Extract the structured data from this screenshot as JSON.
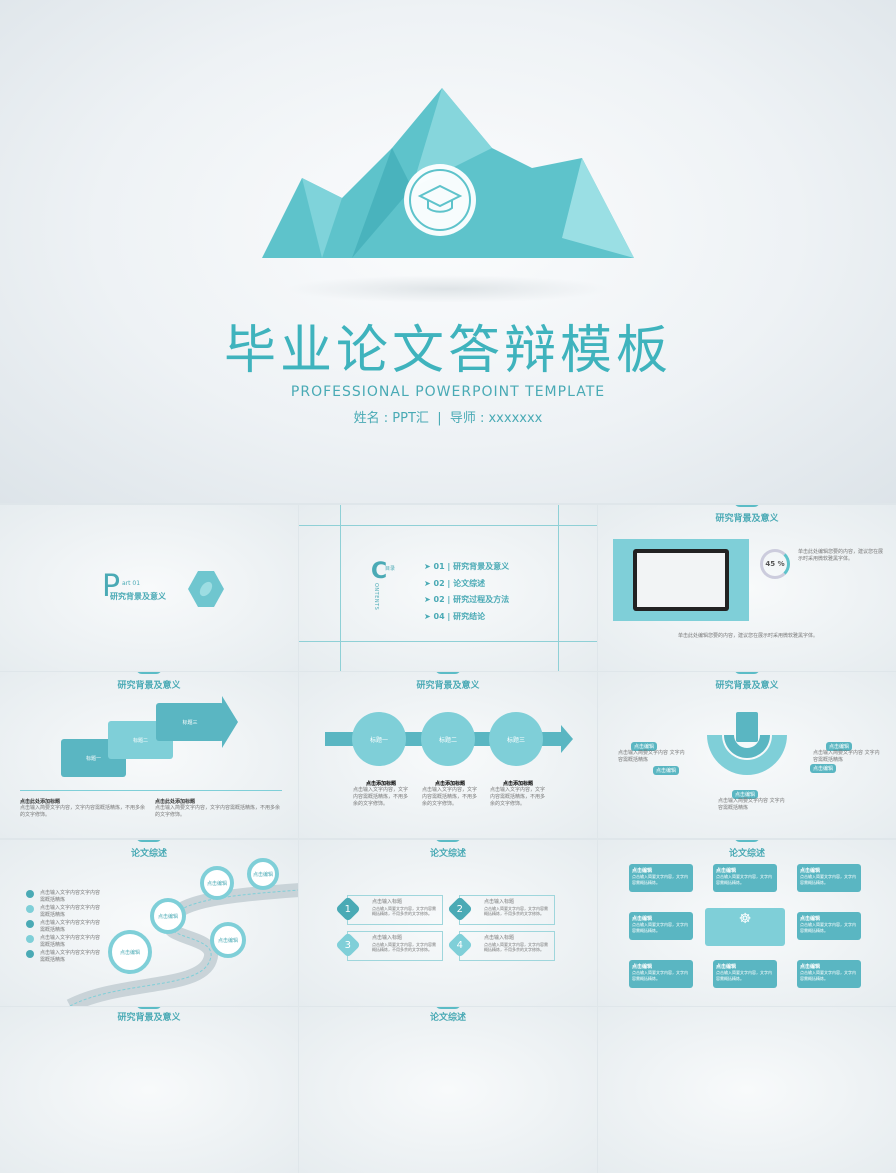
{
  "hero": {
    "title": "毕业论文答辩模板",
    "subtitle": "PROFESSIONAL POWERPOINT TEMPLATE",
    "name_label": "姓名 : PPT汇",
    "separator": "|",
    "advisor_label": "导师 : xxxxxxx",
    "icon": "graduation-cap-icon"
  },
  "s1": {
    "part": "P",
    "part_no": "art 01",
    "title": "研究背景及意义"
  },
  "s2": {
    "c": "C",
    "label": "目录",
    "contents": "ONTENTS",
    "items": [
      {
        "no": "01",
        "t": "研究背景及意义"
      },
      {
        "no": "02",
        "t": "论文综述"
      },
      {
        "no": "02",
        "t": "研究过程及方法"
      },
      {
        "no": "04",
        "t": "研究结论"
      }
    ]
  },
  "s3": {
    "title": "研究背景及意义",
    "percent": "45 %",
    "text": "单击此处编辑您要的内容，建议您在展示时采用微软雅黑字体。"
  },
  "s4": {
    "title": "研究背景及意义",
    "steps": [
      "标题一",
      "标题二",
      "标题三"
    ],
    "h1": "点击此处添加标题",
    "h2": "点击此处添加标题",
    "body": "点击输入简要文字内容，文字内容需概括精炼，不用多余的文字修饰。"
  },
  "s5": {
    "title": "研究背景及意义",
    "circles": [
      "标题一",
      "标题二",
      "标题三"
    ],
    "heading": "点击添加标题",
    "body": "点击输入文字内容，文字内容需概括精炼，不用多余的文字修饰。"
  },
  "s6": {
    "title": "研究背景及意义",
    "tag": "点击编辑",
    "body": "点击输入简要文字内容 文字内容需概括精炼"
  },
  "s7": {
    "title": "论文综述",
    "item": "点击输入文字内容文字内容需概括精炼",
    "pin": "点击编辑"
  },
  "s8": {
    "title": "论文综述",
    "nums": [
      "1",
      "2",
      "3",
      "4"
    ],
    "heading": "点击输入标题",
    "body": "点击输入简要文字内容，文字内容需概括精炼，不用多余的文字修饰。"
  },
  "s9": {
    "title": "论文综述",
    "tag": "点击编辑",
    "body": "点击输入简要文字内容，文字内容需概括精炼。"
  },
  "s10": {
    "title": "研究背景及意义"
  },
  "s11": {
    "title": "论文综述"
  },
  "colors": {
    "accent": "#4aaab5",
    "light": "#7fcfd8"
  }
}
